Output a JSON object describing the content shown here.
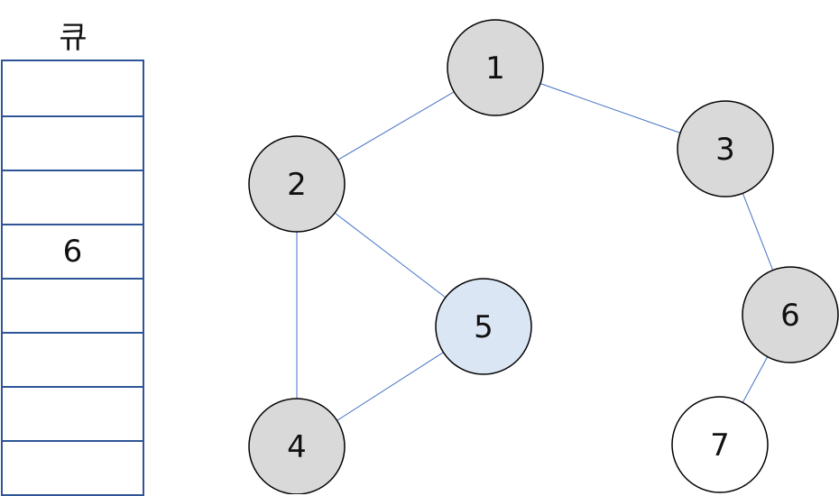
{
  "queue": {
    "title": "큐",
    "cells": [
      "",
      "",
      "",
      "6",
      "",
      "",
      "",
      ""
    ]
  },
  "graph": {
    "colors": {
      "visited": "#d9d9d9",
      "current": "#dae6f3",
      "unvisited": "#ffffff",
      "edge": "#4472c4",
      "outline": "#000000"
    },
    "nodes": [
      {
        "id": "1",
        "label": "1",
        "state": "visited"
      },
      {
        "id": "2",
        "label": "2",
        "state": "visited"
      },
      {
        "id": "3",
        "label": "3",
        "state": "visited"
      },
      {
        "id": "4",
        "label": "4",
        "state": "visited"
      },
      {
        "id": "5",
        "label": "5",
        "state": "current"
      },
      {
        "id": "6",
        "label": "6",
        "state": "visited"
      },
      {
        "id": "7",
        "label": "7",
        "state": "unvisited"
      }
    ],
    "edges": [
      [
        "1",
        "2"
      ],
      [
        "1",
        "3"
      ],
      [
        "2",
        "5"
      ],
      [
        "2",
        "4"
      ],
      [
        "4",
        "5"
      ],
      [
        "3",
        "6"
      ],
      [
        "6",
        "7"
      ]
    ]
  }
}
